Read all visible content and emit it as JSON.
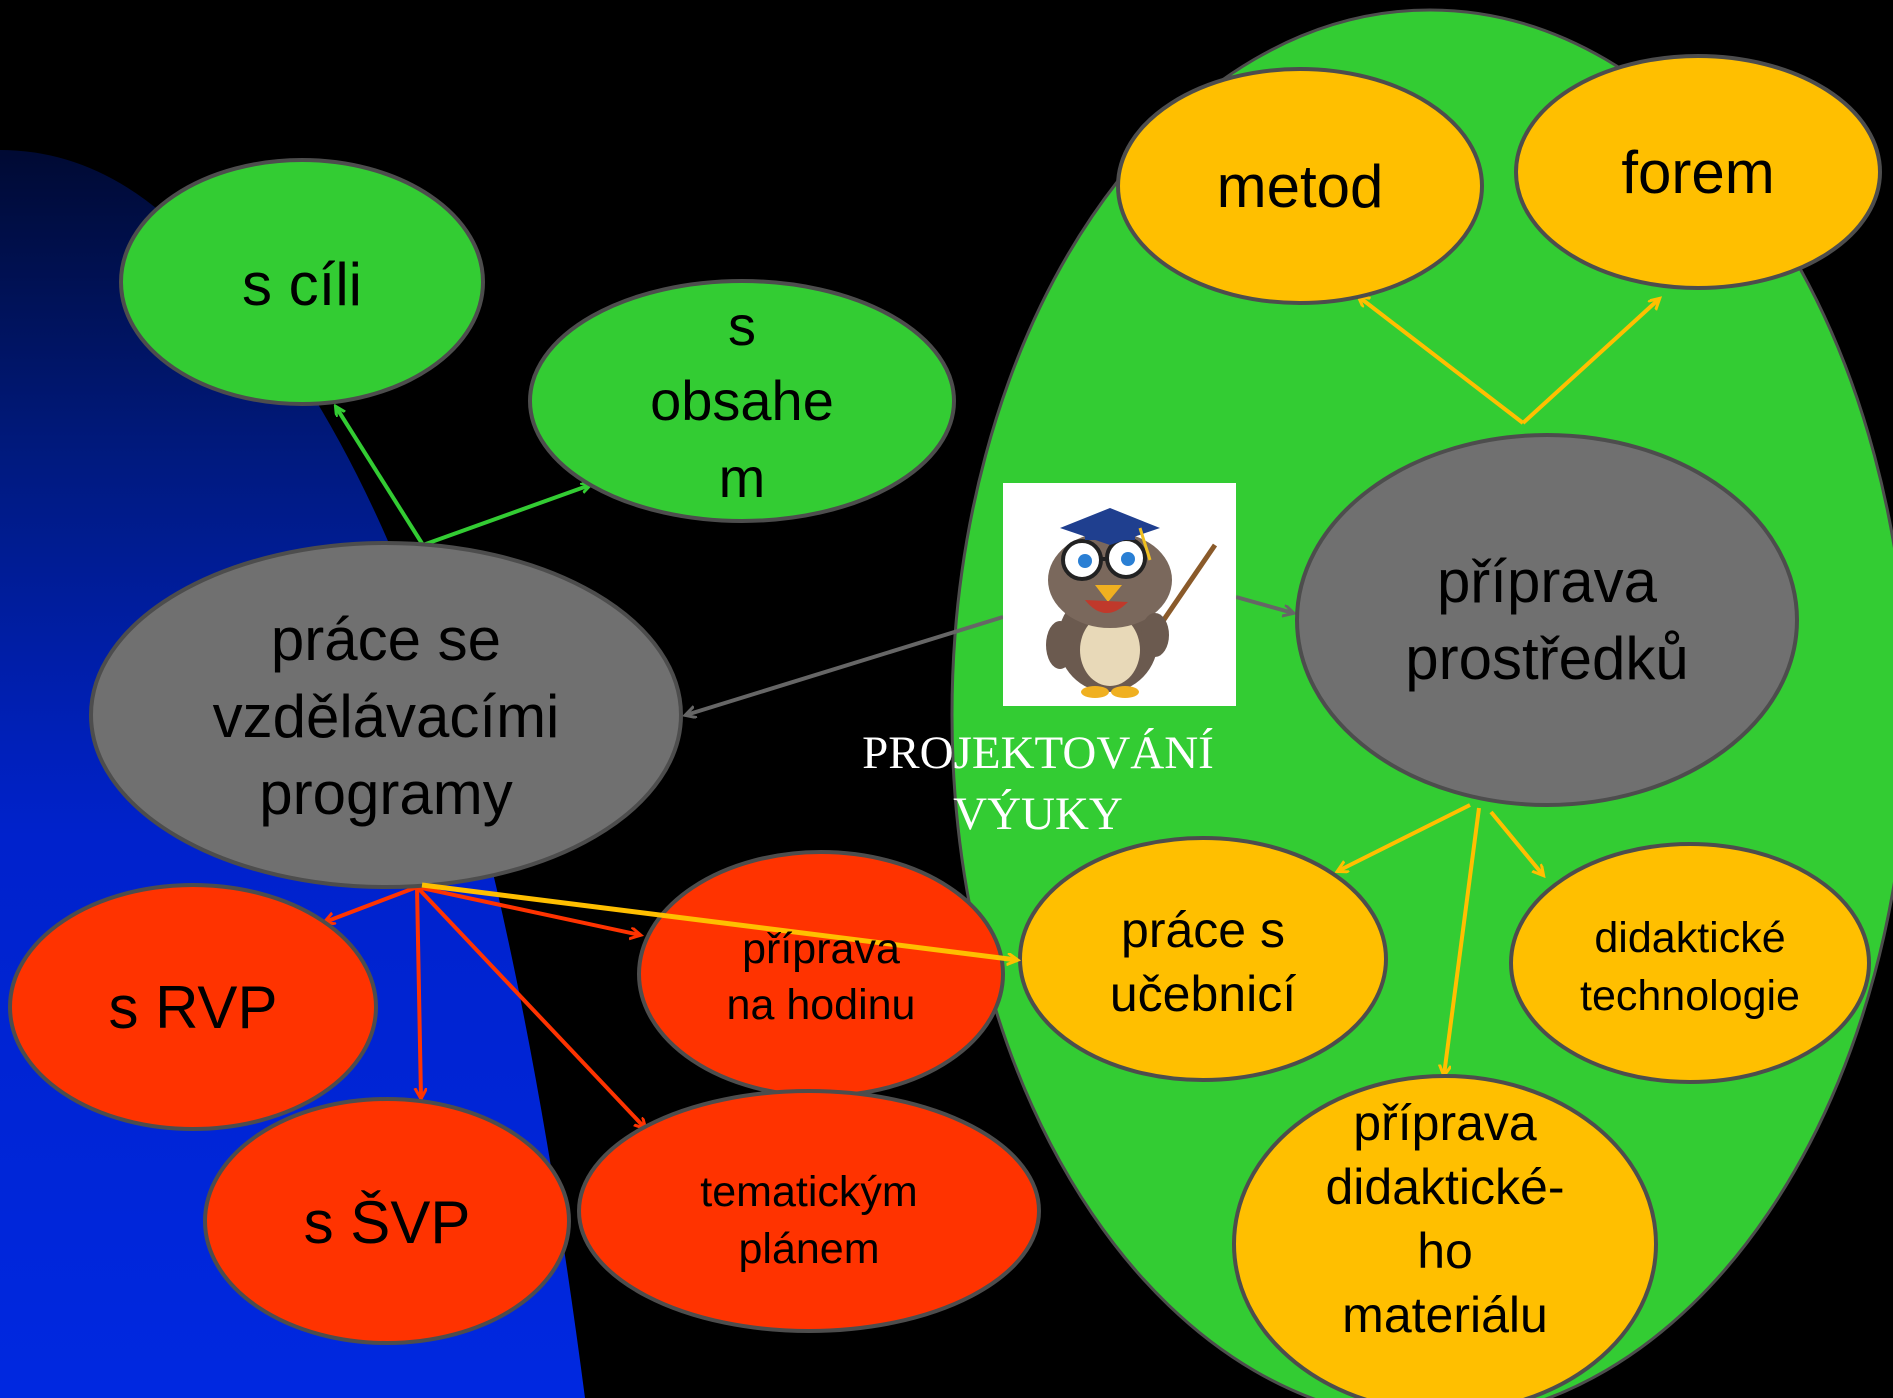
{
  "colors": {
    "background": "#000000",
    "blue_gradient_start": "#001a66",
    "blue_gradient_end": "#0022dd",
    "green": "#33cc33",
    "gray": "#707070",
    "orange": "#ffbf00",
    "red": "#ff3300",
    "stroke": "#4d4d4d",
    "green_arrow": "#33cc33",
    "gray_arrow": "#666666",
    "orange_arrow": "#ffbf00",
    "red_arrow": "#ff3300"
  },
  "center": {
    "title_line1": "PROJEKTOVÁNÍ",
    "title_line2": "VÝUKY",
    "image_icon": "owl-teacher-icon"
  },
  "left": {
    "main": [
      "práce se",
      "vzdělávacími",
      "programy"
    ],
    "cili": [
      "s cíli"
    ],
    "obsahem": [
      "s",
      "obsahe",
      "m"
    ],
    "rvp": [
      "s RVP"
    ],
    "svp": [
      "s ŠVP"
    ],
    "hodina": [
      "příprava",
      "na hodinu"
    ],
    "planem": [
      "tematickým",
      "plánem"
    ]
  },
  "right": {
    "main": [
      "příprava",
      "prostředků"
    ],
    "metod": [
      "metod"
    ],
    "forem": [
      "forem"
    ],
    "ucebnici": [
      "práce s",
      "učebnicí"
    ],
    "technologie": [
      "didaktické",
      "technologie"
    ],
    "material": [
      "příprava",
      "didaktické-",
      "ho",
      "materiálu"
    ]
  }
}
